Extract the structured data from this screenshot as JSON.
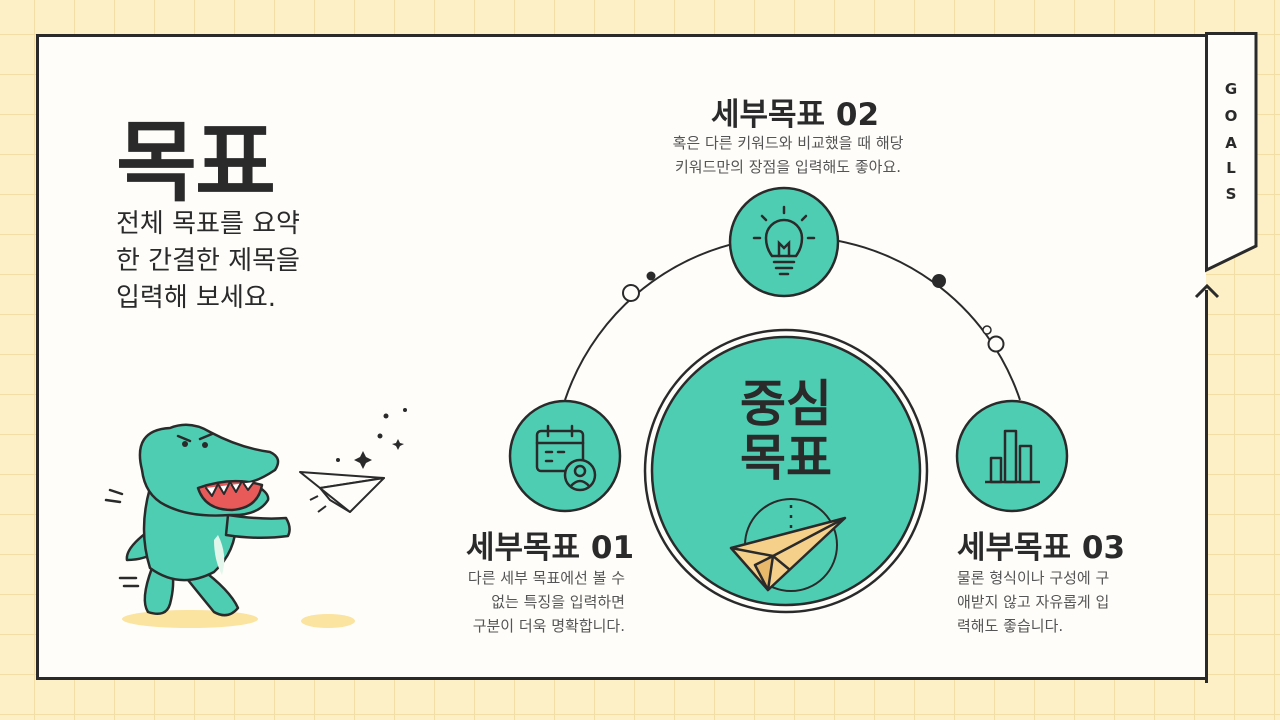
{
  "header": {
    "title": "목표",
    "subtitle": "전체 목표를 요약\n한 간결한 제목을\n입력해 보세요."
  },
  "tab": {
    "letters": [
      "G",
      "O",
      "A",
      "L",
      "S"
    ]
  },
  "center": {
    "label": "중심\n목표"
  },
  "goals": [
    {
      "title": "세부목표 01",
      "desc": "다른 세부 목표에선 볼 수\n없는 특징을 입력하면\n구분이 더욱 명확합니다.",
      "icon": "calendar-user-icon"
    },
    {
      "title": "세부목표 02",
      "desc": "혹은 다른 키워드와 비교했을 때 해당\n키워드만의 장점을 입력해도 좋아요.",
      "icon": "lightbulb-icon"
    },
    {
      "title": "세부목표 03",
      "desc": "물론 형식이나 구성에 구\n애받지 않고 자유롭게 입\n력해도 좋습니다.",
      "icon": "bar-chart-icon"
    }
  ],
  "colors": {
    "accent": "#4fcdb3",
    "outline": "#2a2a2a",
    "background": "#fdf0c6",
    "paper_plane": "#f5d08a"
  }
}
